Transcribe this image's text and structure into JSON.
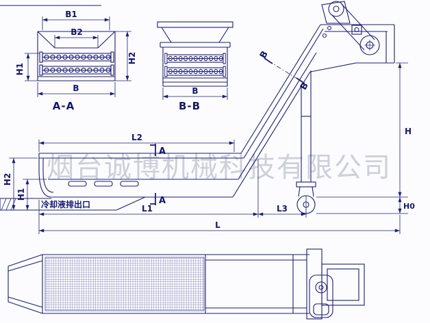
{
  "colors": {
    "line": "#1c1c72",
    "background": "#fcfcfe",
    "watermark": "#aeb3c2"
  },
  "watermark": "烟台诚博机械科技有限公司",
  "section_aa": {
    "title": "A-A",
    "dim_b1": "B1",
    "dim_b2": "B2",
    "dim_b": "B",
    "dim_h1": "H1",
    "dim_h2": "H2"
  },
  "section_bb": {
    "title": "B-B",
    "dim_b": "B"
  },
  "side_view": {
    "dim_l2": "L2",
    "dim_l1": "L1",
    "dim_l3": "L3",
    "dim_l": "L",
    "dim_h": "H",
    "dim_h0": "H0",
    "dim_h2": "H2",
    "dim_h1": "H1",
    "cut_a": "A",
    "cut_b": "B",
    "coolant_outlet": "冷却液排出口"
  }
}
